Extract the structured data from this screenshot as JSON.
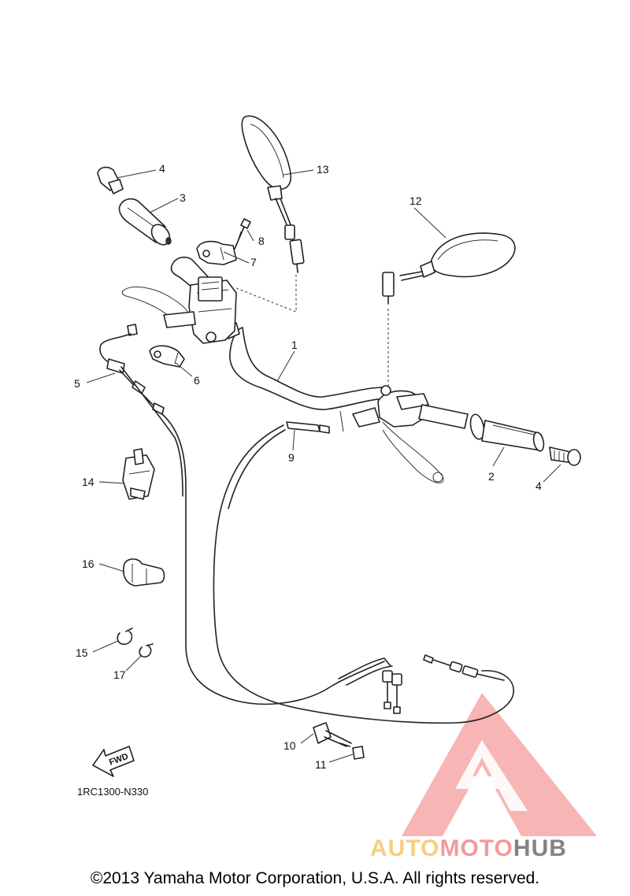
{
  "diagram": {
    "code": "1RC1300-N330",
    "fwd_badge": "FWD",
    "callouts": [
      "1",
      "2",
      "3",
      "4",
      "4",
      "5",
      "6",
      "7",
      "8",
      "9",
      "10",
      "11",
      "12",
      "13",
      "14",
      "15",
      "16",
      "17"
    ]
  },
  "watermark": {
    "word_part1": "AUTO",
    "word_part2": "MOTO",
    "word_part3": "HUB",
    "colors": {
      "auto": "#f7c66b",
      "moto": "#f08a8a",
      "hub": "#6e6e6e",
      "triangle": "#f38b8b"
    }
  },
  "footer": {
    "copyright": "©2013 Yamaha Motor Corporation, U.S.A. All rights reserved."
  }
}
